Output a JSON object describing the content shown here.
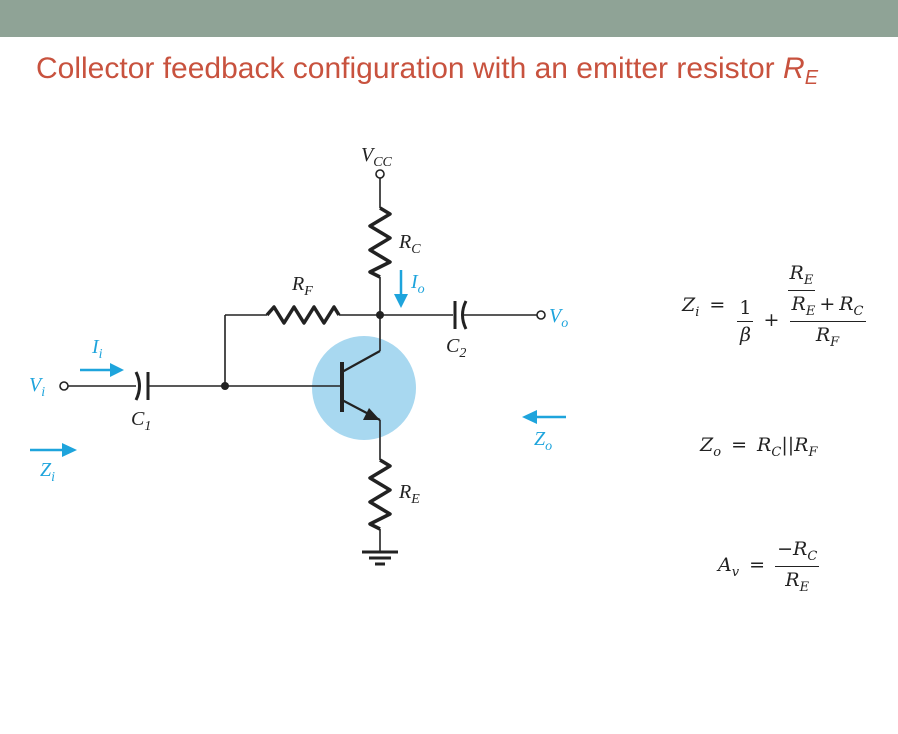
{
  "slide": {
    "title_main": "Collector feedback configuration with an emitter resistor ",
    "title_var": "R",
    "title_sub": "E"
  },
  "circuit": {
    "vcc": {
      "main": "V",
      "sub": "CC"
    },
    "rc": {
      "main": "R",
      "sub": "C"
    },
    "rf": {
      "main": "R",
      "sub": "F"
    },
    "re": {
      "main": "R",
      "sub": "E"
    },
    "io": {
      "main": "I",
      "sub": "o"
    },
    "vo": {
      "main": "V",
      "sub": "o"
    },
    "c2": {
      "main": "C",
      "sub": "2"
    },
    "ii": {
      "main": "I",
      "sub": "i"
    },
    "vi": {
      "main": "V",
      "sub": "i"
    },
    "c1": {
      "main": "C",
      "sub": "1"
    },
    "zi": {
      "main": "Z",
      "sub": "i"
    },
    "zo": {
      "main": "Z",
      "sub": "o"
    }
  },
  "colors": {
    "accent_blue": "#1ea4dc",
    "highlight": "#a8d8f0",
    "title": "#c8523e",
    "topbar": "#8fa396"
  },
  "equations": {
    "zi": {
      "lhs_main": "Z",
      "lhs_sub": "i",
      "eq": "=",
      "num_main": "R",
      "num_sub": "E",
      "one": "1",
      "beta": "β",
      "plus": "+",
      "inner_num_a": "R",
      "inner_num_a_sub": "E",
      "inner_plus": "+",
      "inner_num_b": "R",
      "inner_num_b_sub": "C",
      "inner_den": "R",
      "inner_den_sub": "F"
    },
    "zo": {
      "lhs_main": "Z",
      "lhs_sub": "o",
      "eq": "=",
      "a": "R",
      "a_sub": "C",
      "par": "||",
      "b": "R",
      "b_sub": "F"
    },
    "av": {
      "lhs_main": "A",
      "lhs_sub": "v",
      "eq": "=",
      "num_minus": "−",
      "num_main": "R",
      "num_sub": "C",
      "den_main": "R",
      "den_sub": "E"
    }
  }
}
